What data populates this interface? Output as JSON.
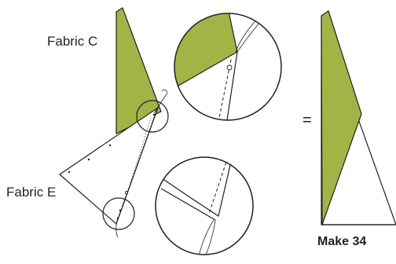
{
  "labels": {
    "fabric_c": "Fabric C",
    "fabric_e": "Fabric E",
    "equals": "=",
    "make": "Make 34"
  },
  "colors": {
    "fabric_c_fill": "#a3b446",
    "outline": "#231f20",
    "background": "#ffffff"
  },
  "icons": {
    "detail_top": "magnifier-detail-circle",
    "detail_bottom": "magnifier-detail-circle"
  }
}
